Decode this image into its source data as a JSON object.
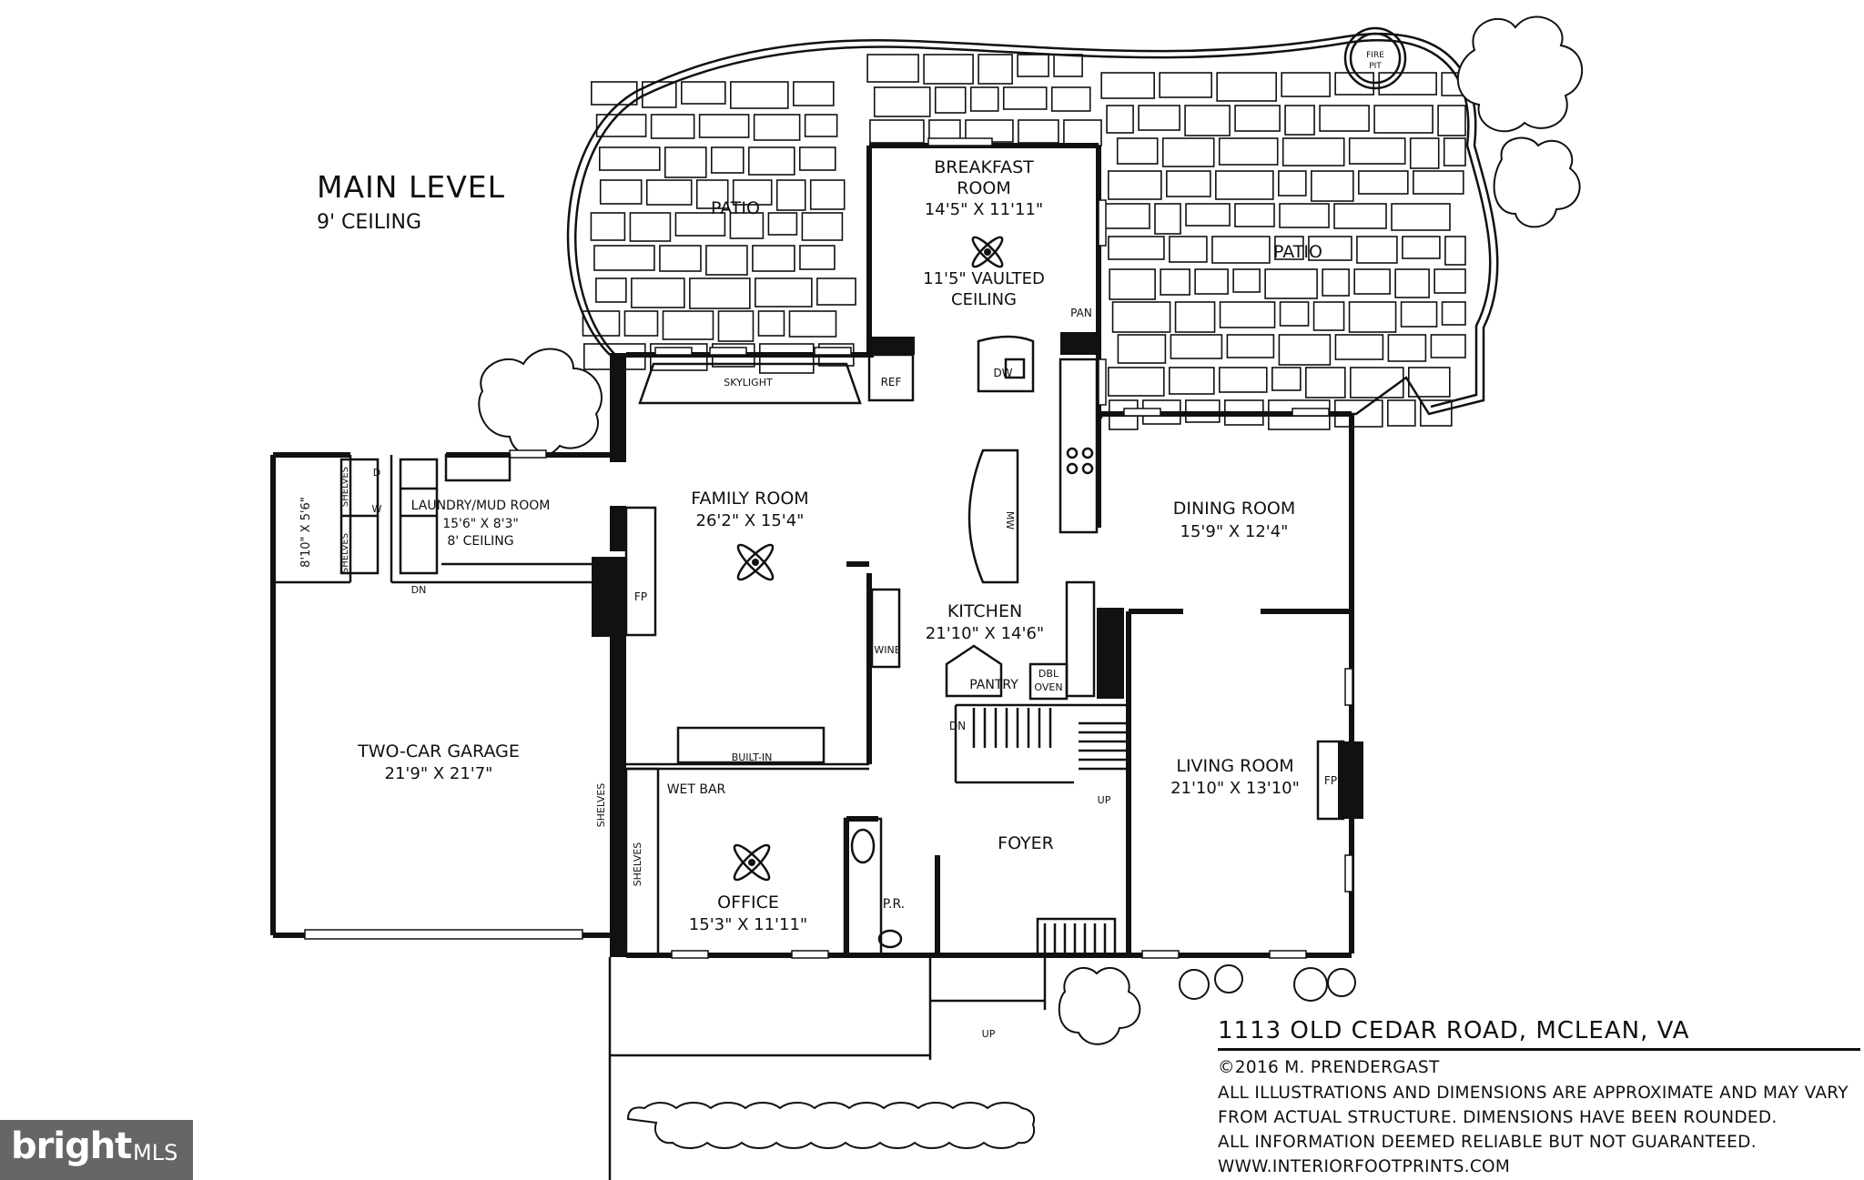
{
  "header": {
    "title": "MAIN LEVEL",
    "subtitle": "9' CEILING"
  },
  "rooms": {
    "breakfast_name1": "BREAKFAST",
    "breakfast_name2": "ROOM",
    "breakfast_dims": "14'5\" X 11'11\"",
    "vaulted1": "11'5\" VAULTED",
    "vaulted2": "CEILING",
    "patio_left": "PATIO",
    "patio_right": "PATIO",
    "fire_pit1": "FIRE",
    "fire_pit2": "PIT",
    "family_name": "FAMILY ROOM",
    "family_dims": "26'2\" X 15'4\"",
    "laundry_name": "LAUNDRY/MUD ROOM",
    "laundry_dims": "15'6\" X 8'3\"",
    "laundry_ceiling": "8' CEILING",
    "closet_dims": "8'10\" X 5'6\"",
    "dining_name": "DINING ROOM",
    "dining_dims": "15'9\" X 12'4\"",
    "kitchen_name": "KITCHEN",
    "kitchen_dims": "21'10\" X 14'6\"",
    "garage_name": "TWO-CAR GARAGE",
    "garage_dims": "21'9\" X 21'7\"",
    "living_name": "LIVING ROOM",
    "living_dims": "21'10\" X 13'10\"",
    "office_name": "OFFICE",
    "office_dims": "15'3\" X 11'11\"",
    "foyer_name": "FOYER",
    "wet_bar": "WET BAR",
    "powder_room": "P.R."
  },
  "fixtures": {
    "skylight": "SKYLIGHT",
    "ref": "REF",
    "dw": "DW",
    "pan": "PAN",
    "mw": "MW",
    "wine": "WINE",
    "pantry": "PANTRY",
    "dbl": "DBL",
    "oven": "OVEN",
    "dn_stair": "DN",
    "up_stair": "UP",
    "built_in": "BUILT-IN",
    "fp_family": "FP",
    "fp_living": "FP",
    "shelves_1": "SHELVES",
    "shelves_2": "SHELVES",
    "shelves_3": "SHELVES",
    "shelves_4": "SHELVES",
    "dryer": "D",
    "washer": "W",
    "dn_laundry": "DN",
    "up_front": "UP"
  },
  "footer": {
    "address": "1113 OLD CEDAR ROAD, MCLEAN, VA",
    "copyright": "©2016 M. PRENDERGAST",
    "note1": "ALL ILLUSTRATIONS AND DIMENSIONS ARE APPROXIMATE AND MAY VARY",
    "note2": "FROM ACTUAL STRUCTURE. DIMENSIONS HAVE BEEN ROUNDED.",
    "note3": "ALL INFORMATION DEEMED RELIABLE BUT NOT GUARANTEED.",
    "website": "WWW.INTERIORFOOTPRINTS.COM"
  },
  "logo": {
    "brand": "bright",
    "suffix": "MLS"
  },
  "colors": {
    "ink": "#111111",
    "logo_bg": "#666666"
  }
}
